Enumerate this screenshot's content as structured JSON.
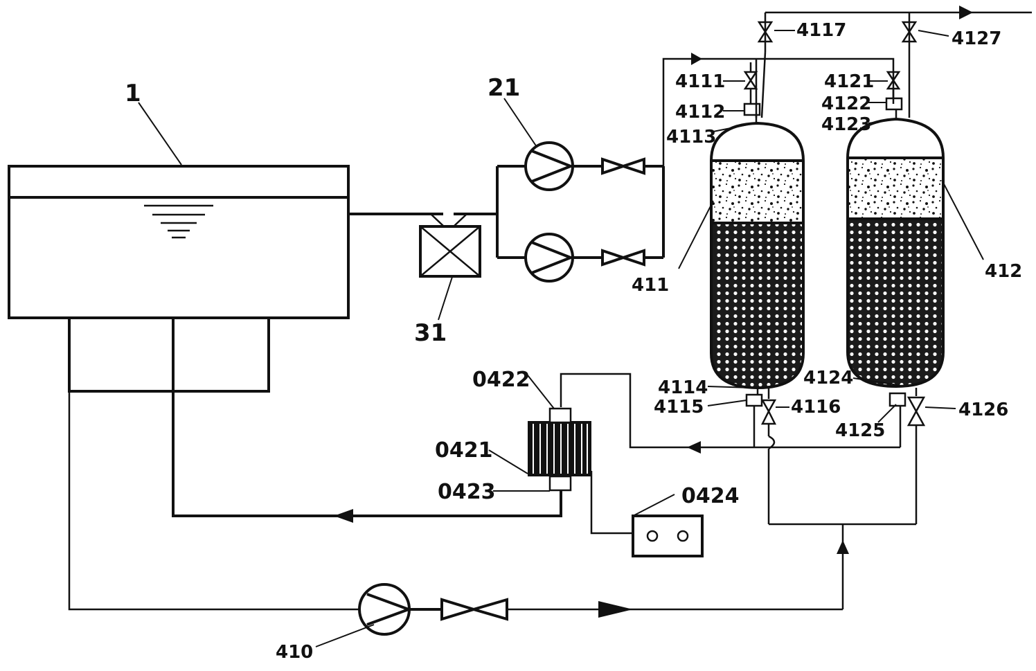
{
  "labels": {
    "tank": "1",
    "pump_upper": "21",
    "filter": "31",
    "pump_recirc": "410",
    "column_left": "411",
    "column_right": "412",
    "valve_4111": "4111",
    "part_4112": "4112",
    "part_4113": "4113",
    "part_4114": "4114",
    "part_4115": "4115",
    "valve_4116": "4116",
    "valve_4117": "4117",
    "valve_4121": "4121",
    "part_4122": "4122",
    "part_4123": "4123",
    "part_4124": "4124",
    "part_4125": "4125",
    "valve_4126": "4126",
    "valve_4127": "4127",
    "heat_exchanger": "0421",
    "header_top": "0422",
    "header_bottom": "0423",
    "controller": "0424"
  }
}
